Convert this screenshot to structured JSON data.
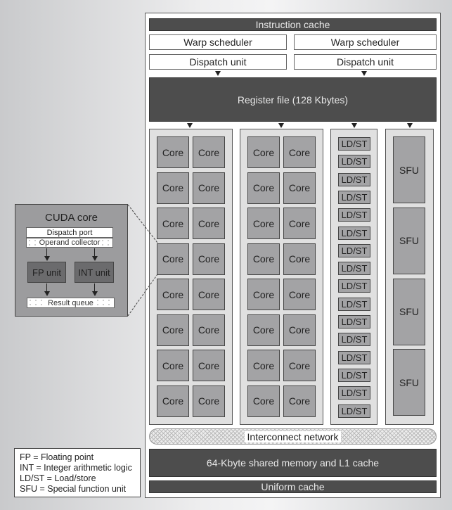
{
  "sm": {
    "instruction_cache": "Instruction cache",
    "warp_schedulers": [
      "Warp scheduler",
      "Warp scheduler"
    ],
    "dispatch_units": [
      "Dispatch unit",
      "Dispatch unit"
    ],
    "register_file": "Register file (128 Kbytes)",
    "core_label": "Core",
    "ldst_label": "LD/ST",
    "sfu_label": "SFU",
    "interconnect": "Interconnect network",
    "shared_memory": "64-Kbyte shared memory and L1 cache",
    "uniform_cache": "Uniform cache"
  },
  "cuda_core": {
    "title": "CUDA core",
    "dispatch_port": "Dispatch port",
    "operand_collector": "Operand collector",
    "fp_unit": "FP unit",
    "int_unit": "INT unit",
    "result_queue": "Result queue"
  },
  "legend": [
    "FP = Floating point",
    "INT = Integer arithmetic logic",
    "LD/ST = Load/store",
    "SFU = Special function unit"
  ]
}
